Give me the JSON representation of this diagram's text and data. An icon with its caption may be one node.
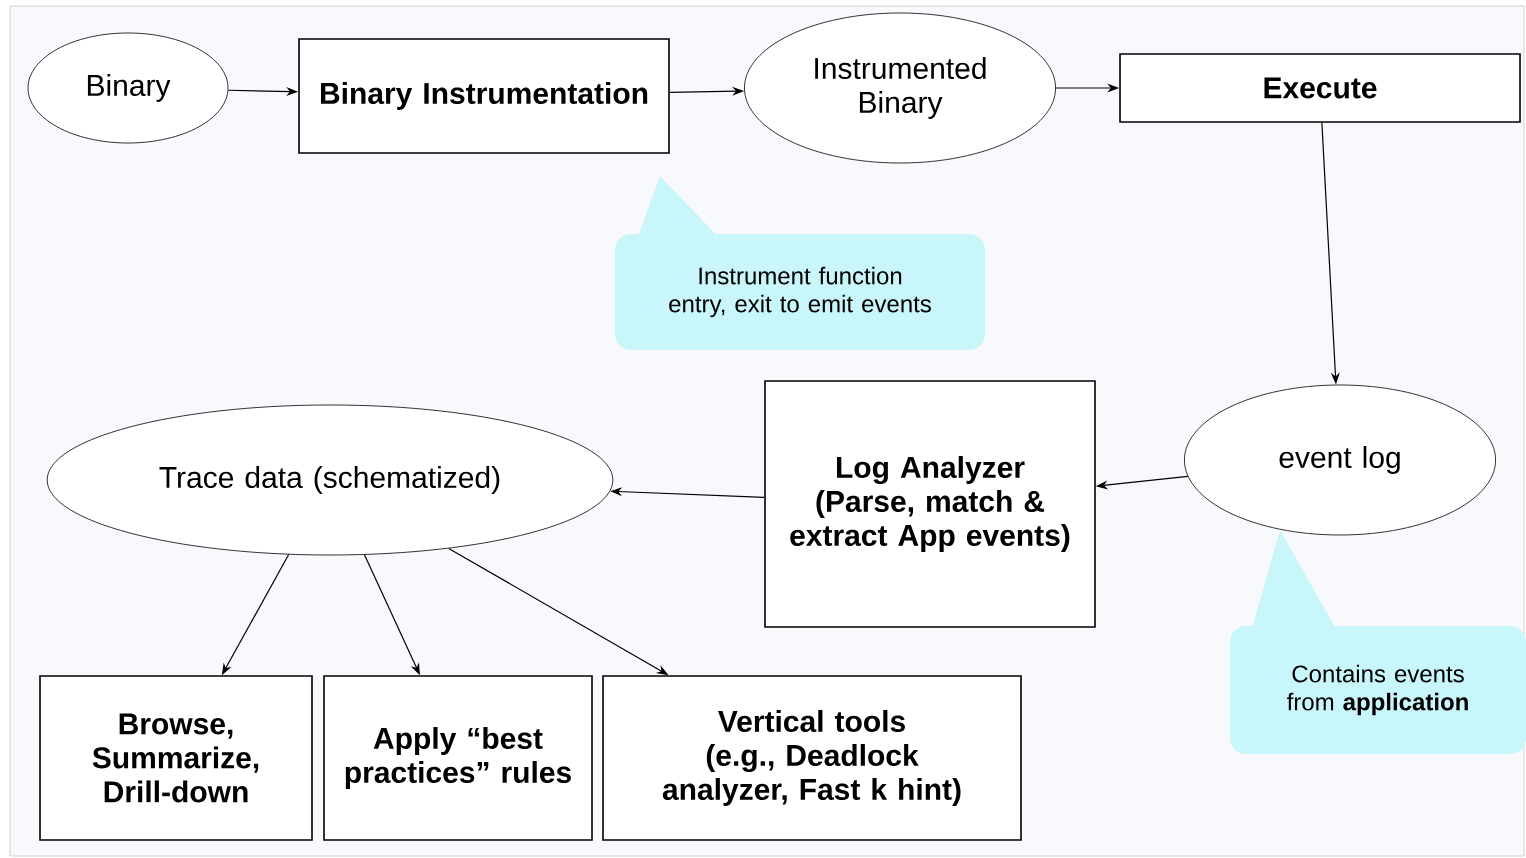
{
  "diagram": {
    "nodes": [
      {
        "text": [
          "Binary"
        ]
      },
      {
        "text": [
          "Binary Instrumentation"
        ]
      },
      {
        "text": [
          "Instrumented Binary"
        ]
      },
      {
        "text": [
          "Execute"
        ]
      },
      {
        "text": [
          "Instrument function entry, exit to emit events"
        ]
      },
      {
        "text": [
          "event log"
        ]
      },
      {
        "text": [
          "Log Analyzer",
          "(Parse, match & extract App events)"
        ]
      },
      {
        "text": [
          "Trace data (schematized)"
        ]
      },
      {
        "text": [
          "Browse, Summarize, Drill-down"
        ]
      },
      {
        "text": [
          "Apply “best practices” rules"
        ]
      },
      {
        "text": [
          "Vertical tools (e.g., Deadlock analyzer, Fast k hint)"
        ]
      },
      {
        "text": [
          "Contains events from **application**"
        ]
      }
    ],
    "edges": [
      {
        "from": 0,
        "to": 1,
        "arrow": "to"
      },
      {
        "from": 1,
        "to": 2,
        "arrow": "to"
      },
      {
        "from": 2,
        "to": 3,
        "arrow": "to"
      },
      {
        "from": 3,
        "to": 5,
        "arrow": "to"
      },
      {
        "from": 5,
        "to": 6,
        "arrow": "to"
      },
      {
        "from": 6,
        "to": 7,
        "arrow": "to"
      },
      {
        "from": 7,
        "to": 8,
        "arrow": "to"
      },
      {
        "from": 7,
        "to": 9,
        "arrow": "to"
      },
      {
        "from": 7,
        "to": 10,
        "arrow": "to"
      }
    ]
  }
}
